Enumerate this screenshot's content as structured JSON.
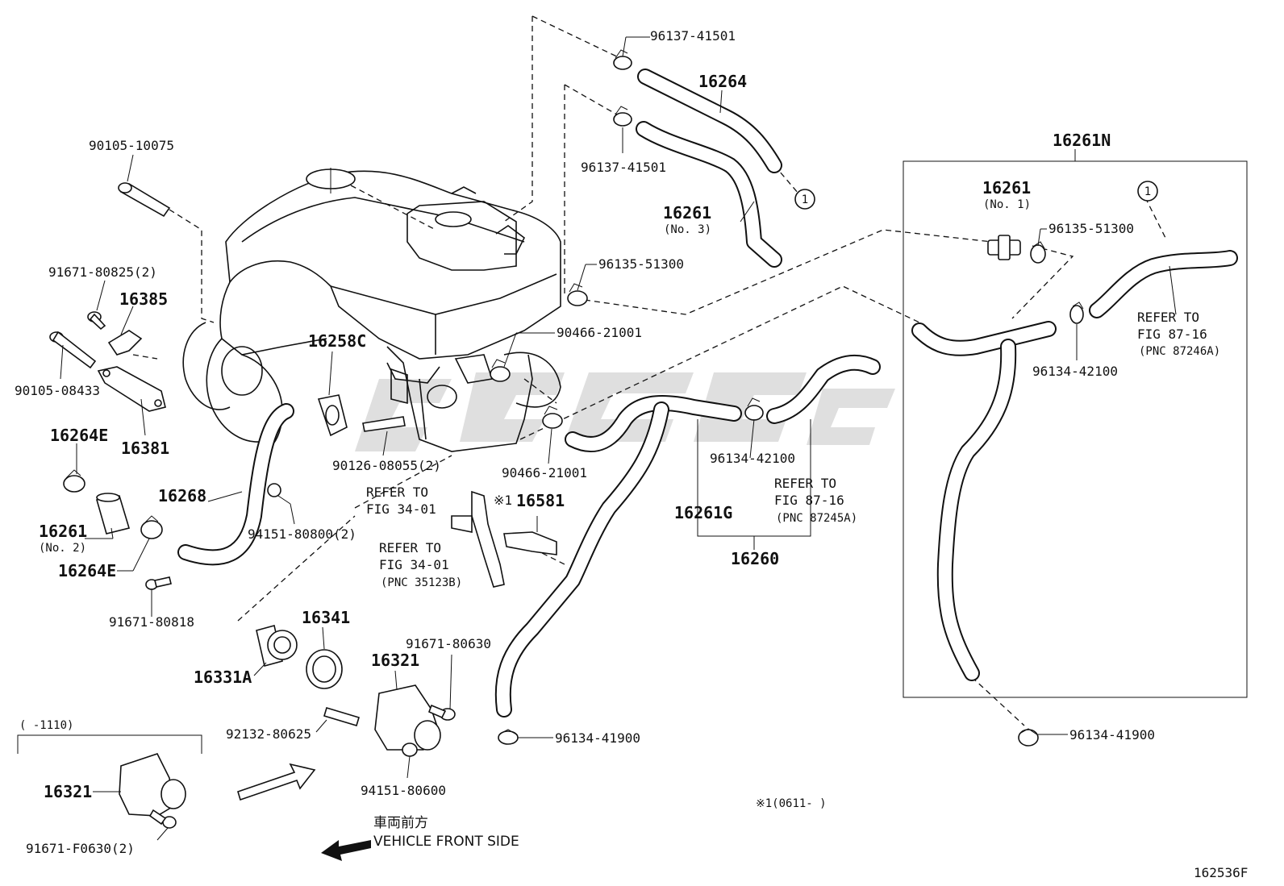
{
  "labels": {
    "p96137_top": "96137-41501",
    "p16264": "16264",
    "p96137_mid": "96137-41501",
    "p16261_no3": "16261",
    "p16261_no3_sub": "(No. 3)",
    "p96135_left": "96135-51300",
    "p90105_10075": "90105-10075",
    "p91671_80825": "91671-80825(2)",
    "p16385": "16385",
    "p90105_08433": "90105-08433",
    "p16381": "16381",
    "p16258c": "16258C",
    "p90466_top": "90466-21001",
    "p90466_bot": "90466-21001",
    "p16264e_top": "16264E",
    "p16268": "16268",
    "p90126": "90126-08055(2)",
    "p16261_no2": "16261",
    "p16261_no2_sub": "(No. 2)",
    "p16264e_bot": "16264E",
    "p94151_80800": "94151-80800(2)",
    "refer34_1_a": "REFER TO",
    "refer34_1_b": "FIG 34-01",
    "ast1": "※1",
    "p16581": "16581",
    "refer34_2_a": "REFER TO",
    "refer34_2_b": "FIG 34-01",
    "refer34_2_c": "(PNC 35123B)",
    "p96134_42100_mid": "96134-42100",
    "refer87_a": "REFER TO",
    "refer87_b": "FIG 87-16",
    "refer87_c": "(PNC 87245A)",
    "p16261g": "16261G",
    "p16260": "16260",
    "p91671_80818": "91671-80818",
    "p16341": "16341",
    "p16331a": "16331A",
    "p91671_80630": "91671-80630",
    "p16321_main": "16321",
    "p92132": "92132-80625",
    "p94151_80600": "94151-80600",
    "p96134_41900_mid": "96134-41900",
    "range_1110": "(     -1110)",
    "p16321_old": "16321",
    "p91671_f0630": "91671-F0630(2)",
    "front_jp": "車両前方",
    "front_en": "VEHICLE FRONT SIDE",
    "ast1_range": "※1(0611-     )",
    "fig_code": "162536F",
    "p16261n": "16261N",
    "p16261_no1": "16261",
    "p16261_no1_sub": "(No. 1)",
    "p96135_right": "96135-51300",
    "refer87r_a": "REFER TO",
    "refer87r_b": "FIG 87-16",
    "refer87r_c": "(PNC 87246A)",
    "p96134_42100_right": "96134-42100",
    "p96134_41900_right": "96134-41900",
    "circle1_a": "1",
    "circle1_b": "1"
  },
  "icons": [
    "hose-clamp-icon",
    "bolt-icon",
    "stud-icon",
    "nut-icon",
    "gasket-icon",
    "thermostat-icon",
    "water-inlet-icon",
    "arrow-icon"
  ],
  "colors": {
    "ink": "#111111",
    "paper": "#ffffff",
    "watermark": "#d9d9d9"
  }
}
